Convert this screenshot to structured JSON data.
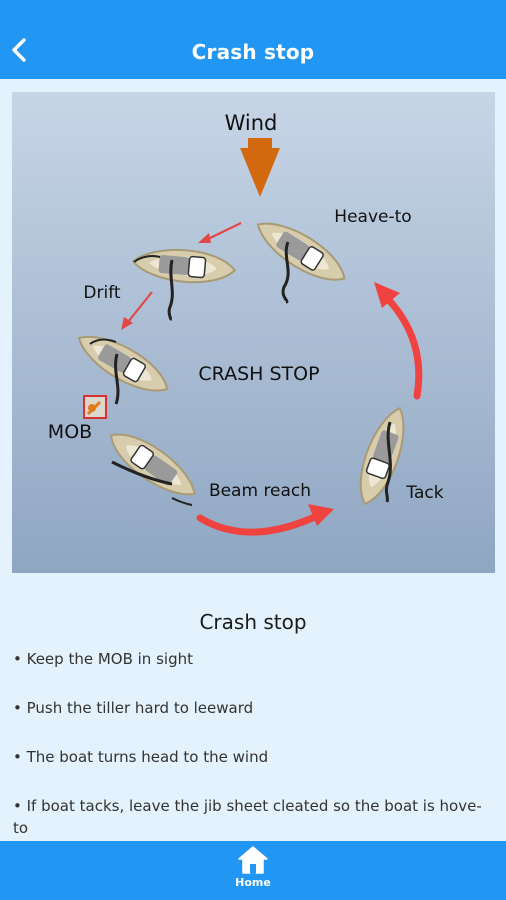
{
  "header": {
    "title": "Crash stop",
    "back_icon": "chevron-left-icon",
    "color": "#2196f3"
  },
  "diagram": {
    "labels": {
      "wind": "Wind",
      "heave_to": "Heave-to",
      "drift": "Drift",
      "crash_stop": "CRASH STOP",
      "mob": "MOB",
      "beam_reach": "Beam reach",
      "tack": "Tack"
    },
    "colors": {
      "wind_arrow": "#d2690e",
      "turn_arrow": "#f0423f",
      "boat_hull": "#d7ccac",
      "background_top": "#c7d5e6",
      "background_bottom": "#8fa6c2"
    }
  },
  "content": {
    "title": "Crash stop",
    "bullets": [
      "• Keep the MOB in sight",
      "• Push the tiller hard to leeward",
      "• The boat turns head to the wind",
      "• If boat tacks, leave the jib sheet cleated so the boat is hove-to"
    ]
  },
  "bottom_nav": {
    "home_label": "Home",
    "home_icon": "home-icon"
  }
}
